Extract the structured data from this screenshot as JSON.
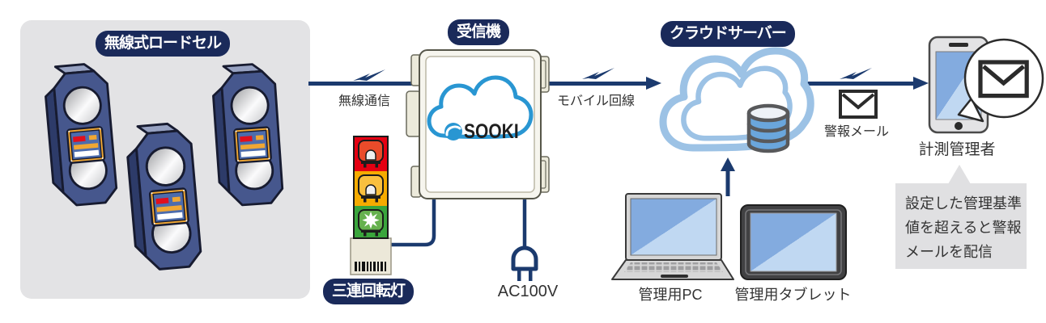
{
  "labels": {
    "load_cells": "無線式ロードセル",
    "receiver": "受信機",
    "cloud_server": "クラウドサーバー",
    "signal_tower": "三連回転灯",
    "wireless_comm": "無線通信",
    "mobile_line": "モバイル回線",
    "alert_mail": "警報メール",
    "ac_power": "AC100V",
    "management_pc": "管理用PC",
    "management_tablet": "管理用タブレット",
    "measurement_manager": "計測管理者",
    "callout": "設定した管理基準値を超えると警報メールを配信",
    "logo": "SOOKI"
  },
  "colors": {
    "pill_navy": "#1a2a5a",
    "line_navy": "#1b3a6e",
    "cloud_blue": "#9cc2e5",
    "sooki_blue": "#2996d2",
    "database_blue": "#6aa6dc",
    "light_red": "#e50012",
    "light_yellow": "#f6ab00",
    "light_green": "#3aa53c",
    "panel_gray": "#e3e3e5",
    "screen_blue_dark": "#83abdf",
    "screen_blue_light": "#c0d8f2"
  }
}
